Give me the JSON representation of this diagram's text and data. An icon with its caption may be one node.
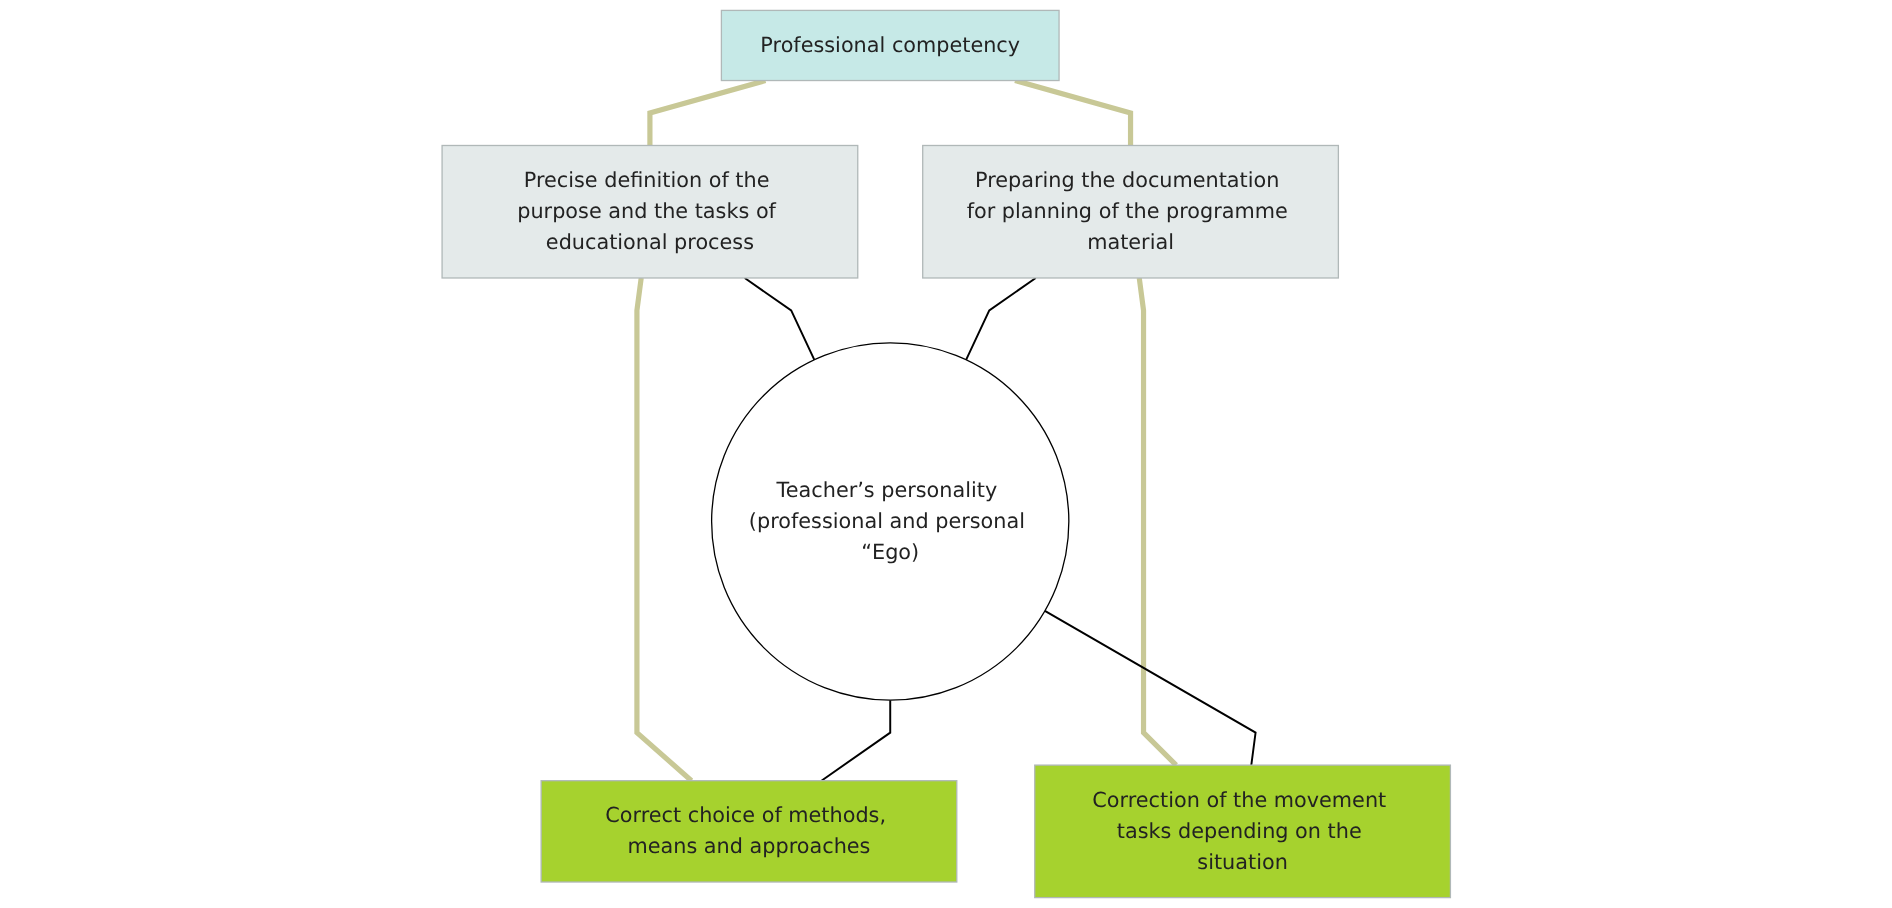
{
  "diagram": {
    "nodes": [
      {
        "text": [
          "Professional competency"
        ]
      },
      {
        "text": [
          "Precise definition of the purpose and the tasks of educational process"
        ]
      },
      {
        "text": [
          "Preparing the documentation for planning of the programme material"
        ]
      },
      {
        "text": [
          "Teacher’s personality (professional and personal “Ego)"
        ]
      },
      {
        "text": [
          "Correct choice of methods, means and approaches"
        ]
      },
      {
        "text": [
          "Correction of the movement tasks depending on the situation"
        ]
      }
    ],
    "edges": [
      {
        "from": 0,
        "to": 1,
        "arrow": "none",
        "style": "thick",
        "color": "#c8c896"
      },
      {
        "from": 0,
        "to": 2,
        "arrow": "none",
        "style": "thick",
        "color": "#c8c896"
      },
      {
        "from": 1,
        "to": 4,
        "arrow": "none",
        "style": "thick",
        "color": "#c8c896"
      },
      {
        "from": 2,
        "to": 5,
        "arrow": "none",
        "style": "thick",
        "color": "#c8c896"
      },
      {
        "from": 3,
        "to": 1,
        "arrow": "none",
        "color": "#000000"
      },
      {
        "from": 3,
        "to": 2,
        "arrow": "none",
        "color": "#000000"
      },
      {
        "from": 3,
        "to": 4,
        "arrow": "none",
        "color": "#000000"
      },
      {
        "from": 3,
        "to": 5,
        "arrow": "none",
        "color": "#000000"
      }
    ]
  }
}
